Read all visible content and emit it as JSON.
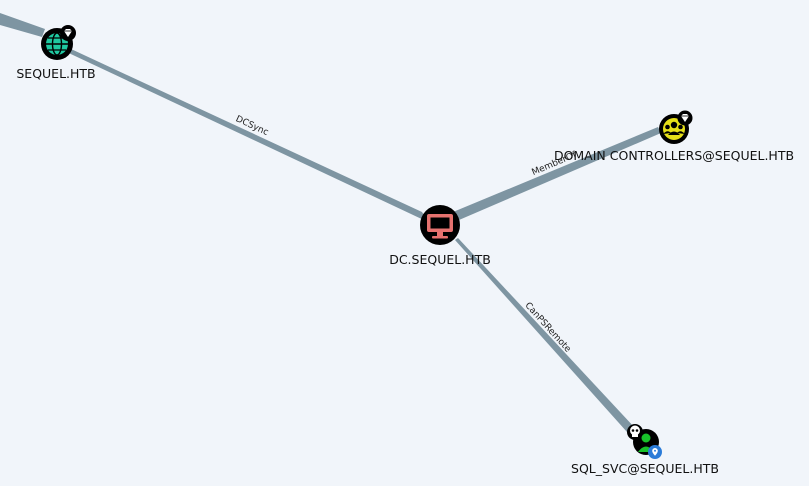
{
  "graph": {
    "background_color": "#f1f5fa",
    "edge_color": "#7e95a2",
    "nodes": {
      "sequel_htb": {
        "label": "SEQUEL.HTB",
        "kind": "Domain",
        "icon": "globe-icon",
        "color": "#1fc9a1",
        "badge": "gem-icon"
      },
      "domain_controllers": {
        "label": "DOMAIN CONTROLLERS@SEQUEL.HTB",
        "kind": "Group",
        "icon": "users-icon",
        "color": "#e6e019",
        "badge": "gem-icon"
      },
      "dc_sequel_htb": {
        "label": "DC.SEQUEL.HTB",
        "kind": "Computer",
        "icon": "monitor-icon",
        "color": "#e6726f"
      },
      "sql_svc": {
        "label": "SQL_SVC@SEQUEL.HTB",
        "kind": "User",
        "icon": "user-icon",
        "color": "#18c22a",
        "badges": [
          "skull-icon",
          "map-pin-icon"
        ]
      }
    },
    "edges": {
      "dcsync": {
        "label": "DCSync",
        "from": "DC.SEQUEL.HTB",
        "to": "SEQUEL.HTB"
      },
      "memberof": {
        "label": "MemberOf",
        "from": "DC.SEQUEL.HTB",
        "to": "DOMAIN CONTROLLERS@SEQUEL.HTB"
      },
      "canpsremote": {
        "label": "CanPSRemote",
        "from": "SQL_SVC@SEQUEL.HTB",
        "to": "DC.SEQUEL.HTB"
      }
    }
  }
}
